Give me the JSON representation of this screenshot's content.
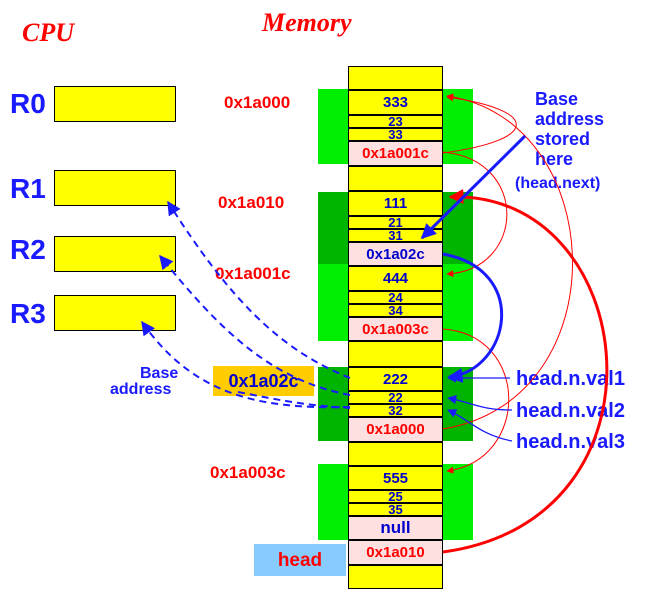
{
  "titles": {
    "cpu": "CPU",
    "memory": "Memory"
  },
  "registers": [
    {
      "name": "R0"
    },
    {
      "name": "R1"
    },
    {
      "name": "R2"
    },
    {
      "name": "R3"
    }
  ],
  "nodes": [
    {
      "address": "0x1a000",
      "val1": "333",
      "val2": "23",
      "val3": "33",
      "next": "0x1a001c"
    },
    {
      "address": "0x1a010",
      "val1": "111",
      "val2": "21",
      "val3": "31",
      "next": "0x1a02c"
    },
    {
      "address": "0x1a001c",
      "val1": "444",
      "val2": "24",
      "val3": "34",
      "next": "0x1a003c"
    },
    {
      "address": "0x1a02c",
      "val1": "222",
      "val2": "22",
      "val3": "32",
      "next": "0x1a000"
    },
    {
      "address": "0x1a003c",
      "val1": "555",
      "val2": "25",
      "val3": "35",
      "next": "null"
    }
  ],
  "head_cell": {
    "label": "head",
    "value": "0x1a010"
  },
  "base_register": {
    "label_line1": "Base",
    "label_line2": "address",
    "value": "0x1a02c"
  },
  "annotations": {
    "base_stored": [
      "Base",
      "address",
      "stored",
      "here",
      "(head.next)"
    ],
    "val1": "head.n.val1",
    "val2": "head.n.val2",
    "val3": "head.n.val3"
  },
  "colors": {
    "red": "#ff0000",
    "blue": "#1a1aff",
    "yellow": "#ffff00",
    "green": "#00ee00",
    "dark_green": "#00b400",
    "pink": "#ffe0e0",
    "light_blue": "#88ccff",
    "orange": "#ffcc00"
  }
}
